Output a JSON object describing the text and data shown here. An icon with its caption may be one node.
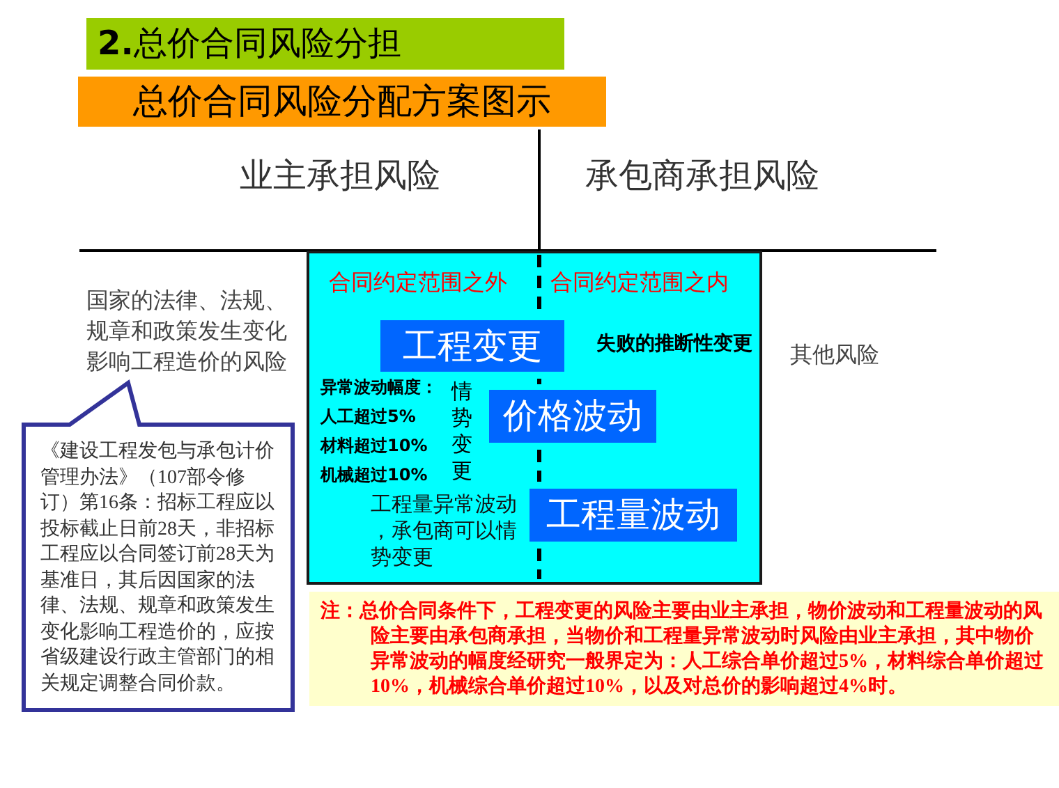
{
  "diagram": {
    "title": "**2.**总价合同风险分担",
    "nodes": [
      {
        "text": [
          "总价合同风险分配方案图示"
        ]
      },
      {
        "text": [
          "合同约定范围之外",
          "合同约定范围之内",
          "失败的推断性变更",
          "异常波动幅度：",
          "人工超过5%",
          "材料超过10%",
          "机械超过10%",
          "情势变更",
          "工程量异常波动，承包商可以情势变更"
        ]
      },
      {
        "text": [
          "工程变更"
        ],
        "in": 1
      },
      {
        "text": [
          "价格波动"
        ],
        "in": 1
      },
      {
        "text": [
          "工程量波动"
        ],
        "in": 1
      },
      {
        "text": [
          "《建设工程发包与承包计价管理办法》（107部令修订）第16条：招标工程应以投标截止日前28天，非招标工程应以合同签订前28天为基准日，其后因国家的法律、法规、规章和政策发生变化影响工程造价的，应按省级建设行政主管部门的相关规定调整合同价款。"
        ]
      },
      {
        "text": [
          "注：总价合同条件下，工程变更的风险主要由业主承担，物价波动和工程量波动的风险主要由承包商承担，当物价和工程量异常波动时风险由业主承担，其中物价异常波动的幅度经研究一般界定为：人工综合单价超过5%，材料综合单价超过10%，机械综合单价超过10%，以及对总价的影响超过4%时。"
        ]
      }
    ],
    "labels": [
      "业主承担风险",
      "承包商承担风险",
      "国家的法律、法规、规章和政策发生变化影响工程造价的风险",
      "其他风险"
    ]
  }
}
